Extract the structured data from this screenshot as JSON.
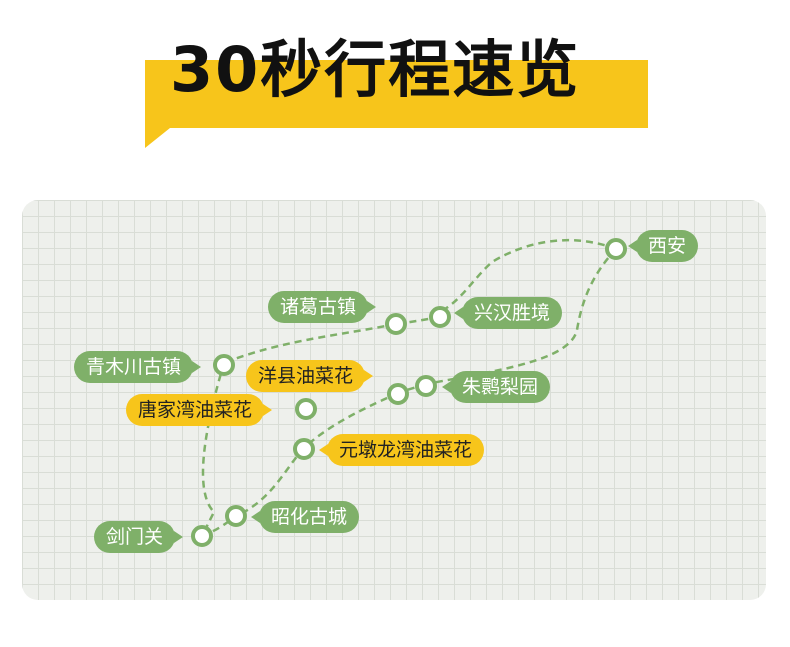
{
  "header": {
    "title": "30秒行程速览"
  },
  "colors": {
    "banner_yellow": "#f7c51b",
    "banner_shadow": "#c99a08",
    "route_green": "#7fb069",
    "highlight_yellow": "#f7c51b",
    "map_background": "#eef0ec"
  },
  "map": {
    "stops": [
      {
        "id": "xian",
        "name": "西安",
        "style": "green"
      },
      {
        "id": "xinghan",
        "name": "兴汉胜境",
        "style": "green"
      },
      {
        "id": "zhuge",
        "name": "诸葛古镇",
        "style": "green"
      },
      {
        "id": "qingmu",
        "name": "青木川古镇",
        "style": "green"
      },
      {
        "id": "yangxian",
        "name": "洋县油菜花",
        "style": "yellow"
      },
      {
        "id": "zhuhuan",
        "name": "朱鹮梨园",
        "style": "green"
      },
      {
        "id": "tangjia",
        "name": "唐家湾油菜花",
        "style": "yellow"
      },
      {
        "id": "yuandun",
        "name": "元墩龙湾油菜花",
        "style": "yellow"
      },
      {
        "id": "zhaohua",
        "name": "昭化古城",
        "style": "green"
      },
      {
        "id": "jianmen",
        "name": "剑门关",
        "style": "green"
      }
    ]
  }
}
